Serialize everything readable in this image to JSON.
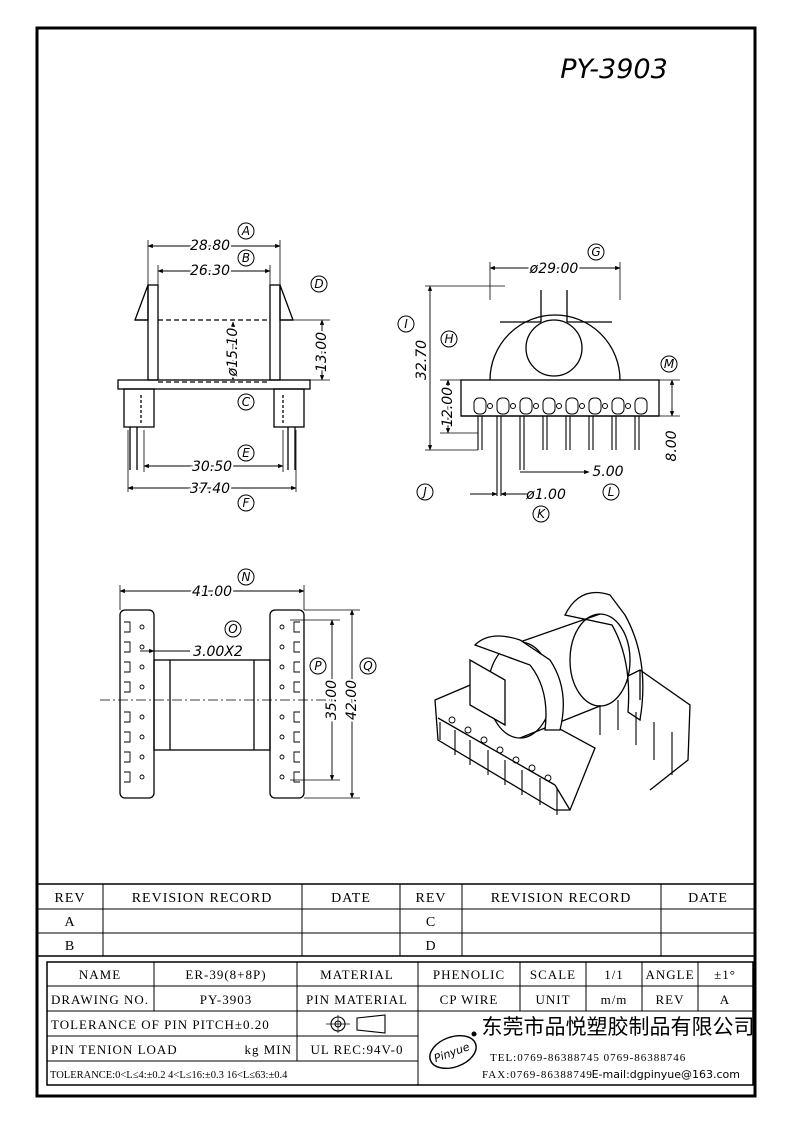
{
  "title": "PY-3903",
  "views": {
    "front": {
      "dims": {
        "d1": "28.80",
        "d2": "26.30",
        "d3": "ø15.10",
        "d4": "13.00",
        "d5": "30.50",
        "d6": "37.40"
      },
      "markers": {
        "m1": "A",
        "m2": "B",
        "m3": "D",
        "m4": "C",
        "m5": "E",
        "m6": "F"
      }
    },
    "side": {
      "dims": {
        "d1": "ø29.00",
        "d2": "32.70",
        "d3": "12.00",
        "d4": "8.00",
        "d5": "5.00",
        "d6": "ø1.00"
      },
      "markers": {
        "m1": "G",
        "m2": "I",
        "m3": "H",
        "m4": "M",
        "m5": "J",
        "m6": "L",
        "m7": "K"
      }
    },
    "top": {
      "dims": {
        "d1": "41.00",
        "d2": "3.00X2",
        "d3": "35.00",
        "d4": "42.00"
      },
      "markers": {
        "m1": "N",
        "m2": "O",
        "m3": "P",
        "m4": "Q"
      }
    }
  },
  "revision_table": {
    "headers": {
      "rev": "REV",
      "record": "REVISION RECORD",
      "date": "DATE"
    },
    "rows": {
      "left": [
        "A",
        "B"
      ],
      "right": [
        "C",
        "D"
      ]
    }
  },
  "title_block": {
    "name_label": "NAME",
    "name_value": "ER-39(8+8P)",
    "material_label": "MATERIAL",
    "material_value": "PHENOLIC",
    "scale_label": "SCALE",
    "scale_value": "1/1",
    "angle_label": "ANGLE",
    "angle_value": "±1°",
    "drawing_no_label": "DRAWING NO.",
    "drawing_no_value": "PY-3903",
    "pin_material_label": "PIN MATERIAL",
    "pin_material_value": "CP WIRE",
    "unit_label": "UNIT",
    "unit_value": "m/m",
    "rev_label": "REV",
    "rev_value": "A",
    "tolerance_pitch": "TOLERANCE OF PIN PITCH±0.20",
    "pin_tension_label": "PIN TENION LOAD",
    "pin_tension_value": "kg MIN",
    "ul_rec": "UL REC:94V-0",
    "tolerance_line": "TOLERANCE:0<L≤4:±0.2  4<L≤16:±0.3  16<L≤63:±0.4",
    "company_name": "东莞市品悦塑胶制品有限公司",
    "logo_text": "Pinyue",
    "tel": "TEL:0769-86388745   0769-86388746",
    "fax": "FAX:0769-86388749",
    "email": "E-mail:dgpinyue@163.com"
  }
}
